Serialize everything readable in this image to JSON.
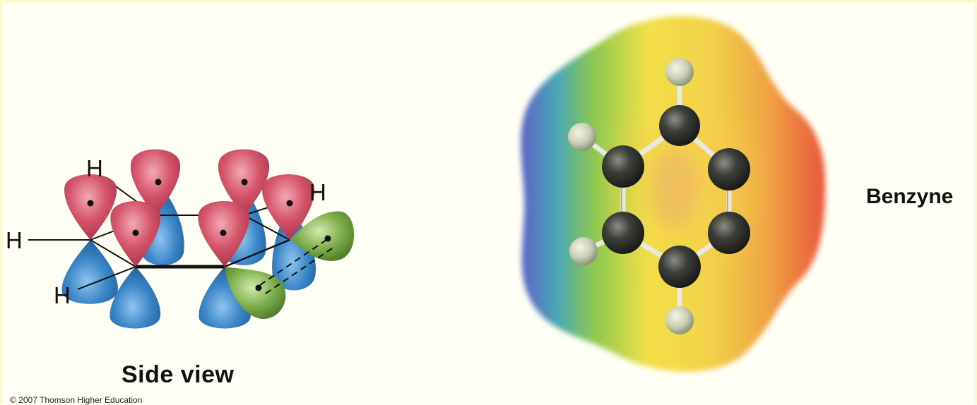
{
  "side_view": {
    "title": "Side view",
    "h_labels": [
      "H",
      "H",
      "H",
      "H"
    ]
  },
  "benzyne": {
    "title": "Benzyne"
  },
  "copyright": "© 2007 Thomson Higher Education",
  "colors": {
    "pi_lobe_top": "#d4546a",
    "pi_lobe_bottom": "#3a86c8",
    "sp2_lobe": "#7fae4c",
    "epm_blue": "#5b62c8",
    "epm_green": "#8cc850",
    "epm_yellow": "#f2e14a",
    "epm_red": "#e8573c",
    "carbon_atom": "#3d3f3a",
    "hydrogen_atom": "#c9cfb3"
  }
}
